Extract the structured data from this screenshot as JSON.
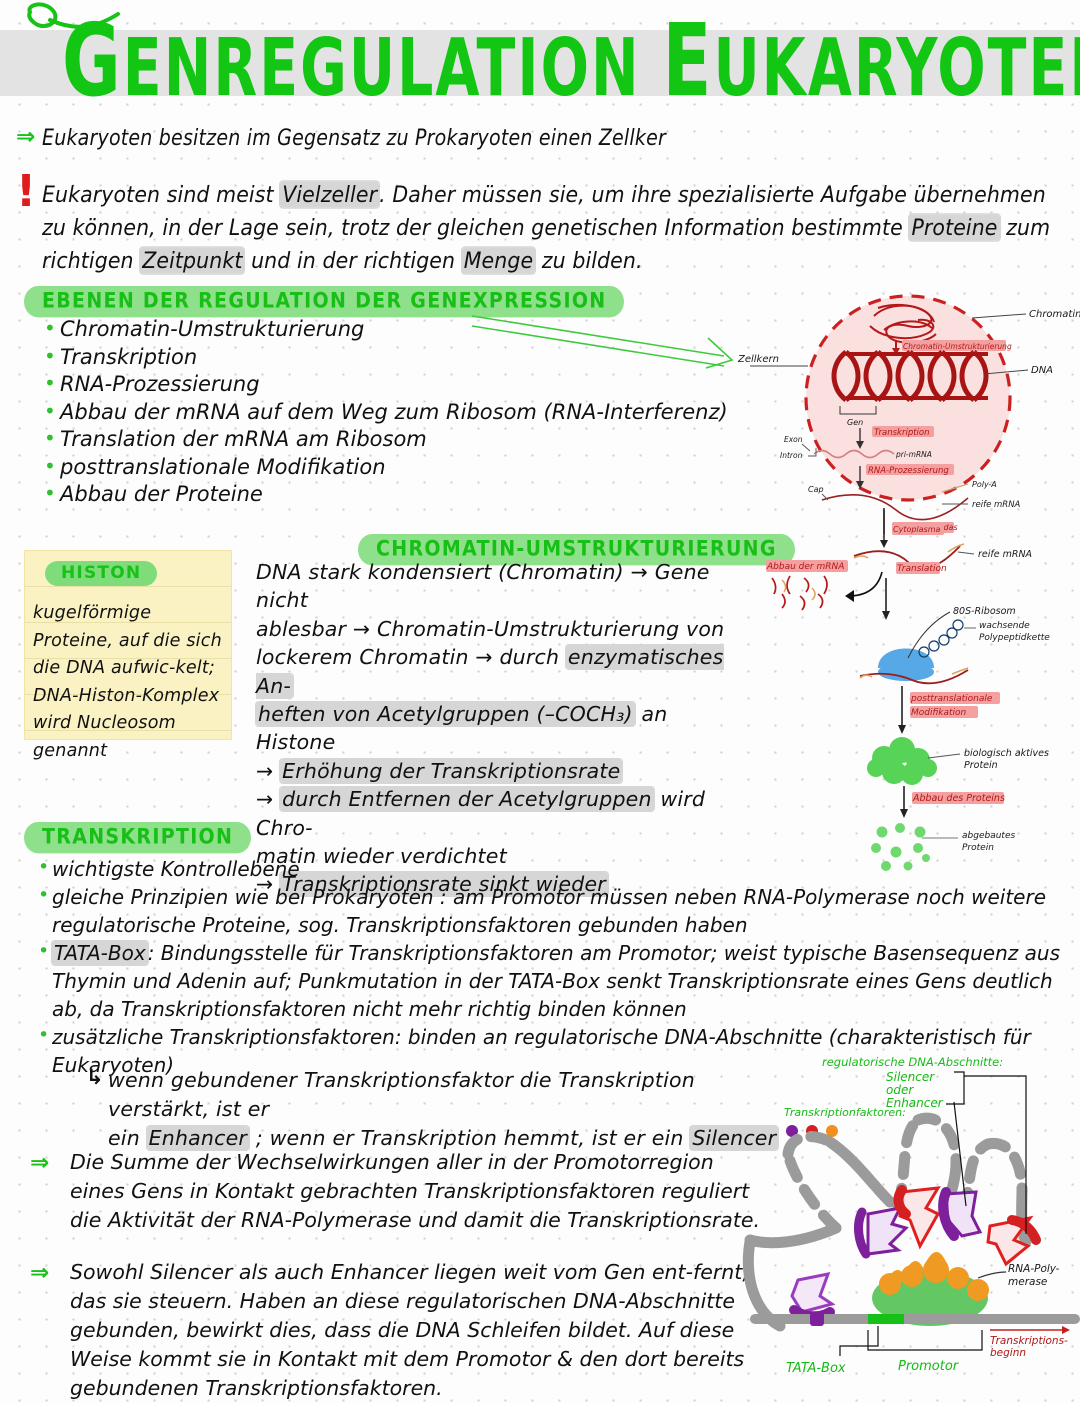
{
  "title": {
    "text": "GENREGULATION EUKARYOTEN",
    "leaf_icon": "leaf-icon",
    "band_color": "#e3e3e3",
    "ink_green": "#13c613"
  },
  "intro": {
    "arrow_icon": "double-arrow-right-icon",
    "line": "Eukaryoten besitzen im Gegensatz zu Prokaryoten einen Zellker"
  },
  "lead": {
    "mark_icon": "exclamation-mark-icon",
    "parts": [
      {
        "t": "Eukaryoten sind meist "
      },
      {
        "t": "Vielzeller",
        "hl": true
      },
      {
        "t": ". Daher müssen sie, um ihre spezialisierte Aufgabe übernehmen zu können, in der Lage sein, trotz der gleichen genetischen Information bestimmte "
      },
      {
        "t": "Proteine",
        "hl": true
      },
      {
        "t": " zum richtigen "
      },
      {
        "t": "Zeitpunkt",
        "hl": true
      },
      {
        "t": " und in der richtigen "
      },
      {
        "t": "Menge",
        "hl": true
      },
      {
        "t": " zu bilden."
      }
    ]
  },
  "sections": {
    "ebenen": {
      "heading": "EBENEN DER REGULATION DER GENEXPRESSION",
      "items": [
        "Chromatin-Umstrukturierung",
        "Transkription",
        "RNA-Prozessierung",
        "Abbau der mRNA auf dem Weg zum Ribosom  (RNA-Interferenz)",
        "Translation der mRNA  am Ribosom",
        "posttranslationale Modifikation",
        "Abbau der Proteine"
      ],
      "arrow_icon": "long-diagonal-arrow-icon"
    },
    "histon": {
      "heading": "HISTON",
      "body": "kugelförmige Proteine, auf die sich die DNA aufwic-kelt; DNA-Histon-Komplex wird Nucleosom genannt",
      "note_color": "#fbf2c4"
    },
    "chromatin": {
      "heading": "CHROMATIN-UMSTRUKTURIERUNG",
      "lines": [
        [
          {
            "t": "DNA stark kondensiert (Chromatin) → Gene nicht"
          }
        ],
        [
          {
            "t": "ablesbar → Chromatin-Umstrukturierung von"
          }
        ],
        [
          {
            "t": "lockerem Chromatin → durch "
          },
          {
            "t": "enzymatisches An-",
            "hl": true
          }
        ],
        [
          {
            "t": "heften von Acetylgruppen (–COCH₃)",
            "hl": true
          },
          {
            "t": " an Histone"
          }
        ],
        [
          {
            "t": "→ "
          },
          {
            "t": "Erhöhung der Transkriptionsrate",
            "hl": true
          }
        ],
        [
          {
            "t": "→ "
          },
          {
            "t": "durch Entfernen der Acetylgruppen",
            "hl": true
          },
          {
            "t": " wird Chro-"
          }
        ],
        [
          {
            "t": "matin wieder  verdichtet"
          }
        ],
        [
          {
            "t": "→ "
          },
          {
            "t": "Transkriptionsrate  sinkt  wieder",
            "hl": true
          }
        ]
      ]
    },
    "transkription": {
      "heading": "TRANSKRIPTION",
      "bullets": [
        [
          {
            "t": "wichtigste Kontrollebene"
          }
        ],
        [
          {
            "t": "gleiche Prinzipien wie bei Prokaryoten : am Promotor müssen neben RNA-Polymerase noch weitere regulatorische Proteine, sog. Transkriptionsfaktoren gebunden haben"
          }
        ],
        [
          {
            "t": "TATA-Box",
            "hl": true
          },
          {
            "t": ": Bindungsstelle für Transkriptionsfaktoren am Promotor; weist typische Basensequenz aus Thymin und Adenin auf; Punkmutation in der TATA-Box senkt Transkriptionsrate eines Gens deutlich ab, da Transkriptionsfaktoren nicht mehr richtig binden können"
          }
        ],
        [
          {
            "t": "zusätzliche Transkriptionsfaktoren: binden an regulatorische DNA-Abschnitte (charakteristisch für Eukaryoten)"
          }
        ]
      ],
      "sub_arrow_icon": "hook-arrow-icon",
      "sub": [
        [
          {
            "t": "wenn gebundener Transkriptionsfaktor die  Transkription verstärkt, ist er"
          }
        ],
        [
          {
            "t": "   ein "
          },
          {
            "t": "Enhancer",
            "hl": true
          },
          {
            "t": " ; wenn er Transkription hemmt, ist er ein "
          },
          {
            "t": "Silencer",
            "hl": true
          }
        ]
      ],
      "conclusion_1": "Die Summe der Wechselwirkungen aller in der Promotorregion eines Gens in Kontakt gebrachten Transkriptionsfaktoren reguliert die Aktivität der RNA-Polymerase und damit die Transkriptionsrate.",
      "conclusion_2": "Sowohl Silencer als auch Enhancer liegen weit vom Gen ent-fernt, das sie steuern. Haben an diese regulatorischen DNA-Abschnitte gebunden, bewirkt dies, dass die DNA Schleifen bildet. Auf diese Weise kommt sie in Kontakt mit dem Promotor & den dort bereits gebundenen Transkriptionsfaktoren."
    }
  },
  "diagram_nucleus": {
    "nucleus_fill": "#fbe0e0",
    "nucleus_border": "#cc2020",
    "dna_color": "#a81414",
    "labels": {
      "zellkern": "Zellkern",
      "chromatin": "Chromatin",
      "dna": "DNA",
      "destructure": "Chromatin-Umstrukturierung",
      "gen": "Gen",
      "transkription": "Transkription",
      "pri_mrna": "pri-mRNA",
      "exon": "Exon",
      "intron": "Intron",
      "rna_proz": "RNA-Prozessierung",
      "cap": "Cap",
      "poly_a": "Poly-A",
      "reife_mrna": "reife mRNA",
      "transport": "Transport in das Cytoplasma"
    }
  },
  "diagram_flow": {
    "labels": {
      "reife_mrna": "reife  mRNA",
      "abbau_mrna": "Abbau der mRNA",
      "translation": "Translation",
      "ribosom": "80S-Ribosom",
      "polypeptid": "wachsende Polypeptidkette",
      "posttrans": "posttranslationale Modifikation",
      "aktives_protein": "biologisch aktives Protein",
      "abbau_protein": "Abbau des Proteins",
      "abgebaut": "abgebautes Protein"
    },
    "ribosome_color": "#56a8e6",
    "protein_color": "#57d357"
  },
  "diagram_loop": {
    "labels": {
      "reg_abschnitte": "regulatorische  DNA-Abschnitte:",
      "silencer_oder_enhancer": "Silencer oder Enhancer",
      "transkriptionfaktoren": "Transkriptionfaktoren:",
      "rna_poly": "RNA-Poly-merase",
      "tata_box": "TATA-Box",
      "promotor": "Promotor",
      "transkriptionsbeginn": "Transkriptions-beginn"
    },
    "dna_color": "#9b9b9b",
    "polymerase_color": "#63c863",
    "tata_color": "#17c017",
    "tf_colors": [
      "#7e1f9c",
      "#d42020",
      "#ef8f1f"
    ]
  }
}
